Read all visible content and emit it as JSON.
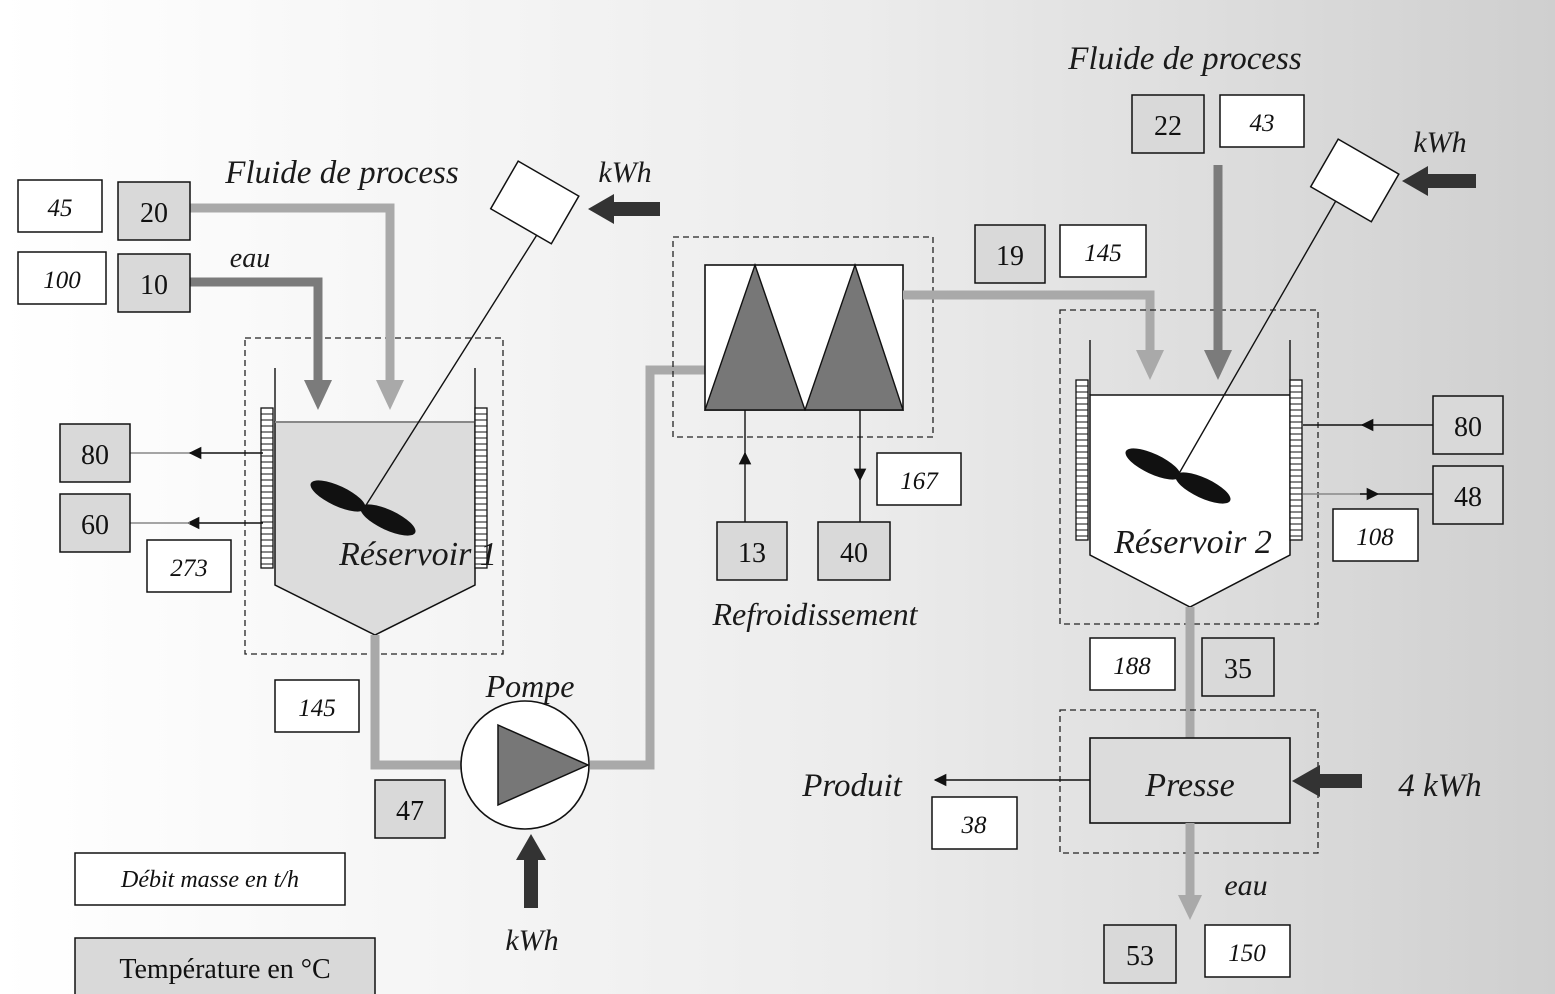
{
  "labels": {
    "fluide_process_left": "Fluide de process",
    "fluide_process_right": "Fluide de process",
    "eau_in": "eau",
    "eau_out": "eau",
    "kwh_reservoir1": "kWh",
    "kwh_reservoir2": "kWh",
    "kwh_pompe": "kWh",
    "kwh_presse": "4 kWh",
    "reservoir1": "Réservoir 1",
    "reservoir2": "Réservoir 2",
    "pompe": "Pompe",
    "refroidissement": "Refroidissement",
    "presse": "Presse",
    "produit": "Produit"
  },
  "legend": {
    "debit": "Débit masse en t/h",
    "temperature": "Température en °C"
  },
  "temperatures": {
    "fluide_in_r1": "20",
    "eau_in_r1": "10",
    "jacket_in_r1": "80",
    "jacket_out_r1": "60",
    "pump_out": "47",
    "cool_in": "13",
    "cool_out": "40",
    "cooler_out": "19",
    "fluide_in_r2": "22",
    "jacket_in_r2": "80",
    "jacket_out_r2": "48",
    "r2_out": "35",
    "eau_out": "53"
  },
  "flows": {
    "fluide_in_r1": "45",
    "eau_in_r1": "100",
    "jacket_r1": "273",
    "r1_out": "145",
    "cooling_water": "167",
    "cooler_out": "145",
    "fluide_in_r2": "43",
    "jacket_r2": "108",
    "r2_out": "188",
    "produit": "38",
    "eau_out": "150"
  },
  "colors": {
    "temp_box": "#d9d9d9",
    "flow_box": "#ffffff",
    "light_pipe": "#a9a9a9",
    "dark_pipe": "#7b7b7b",
    "energy_arrow": "#333333"
  }
}
